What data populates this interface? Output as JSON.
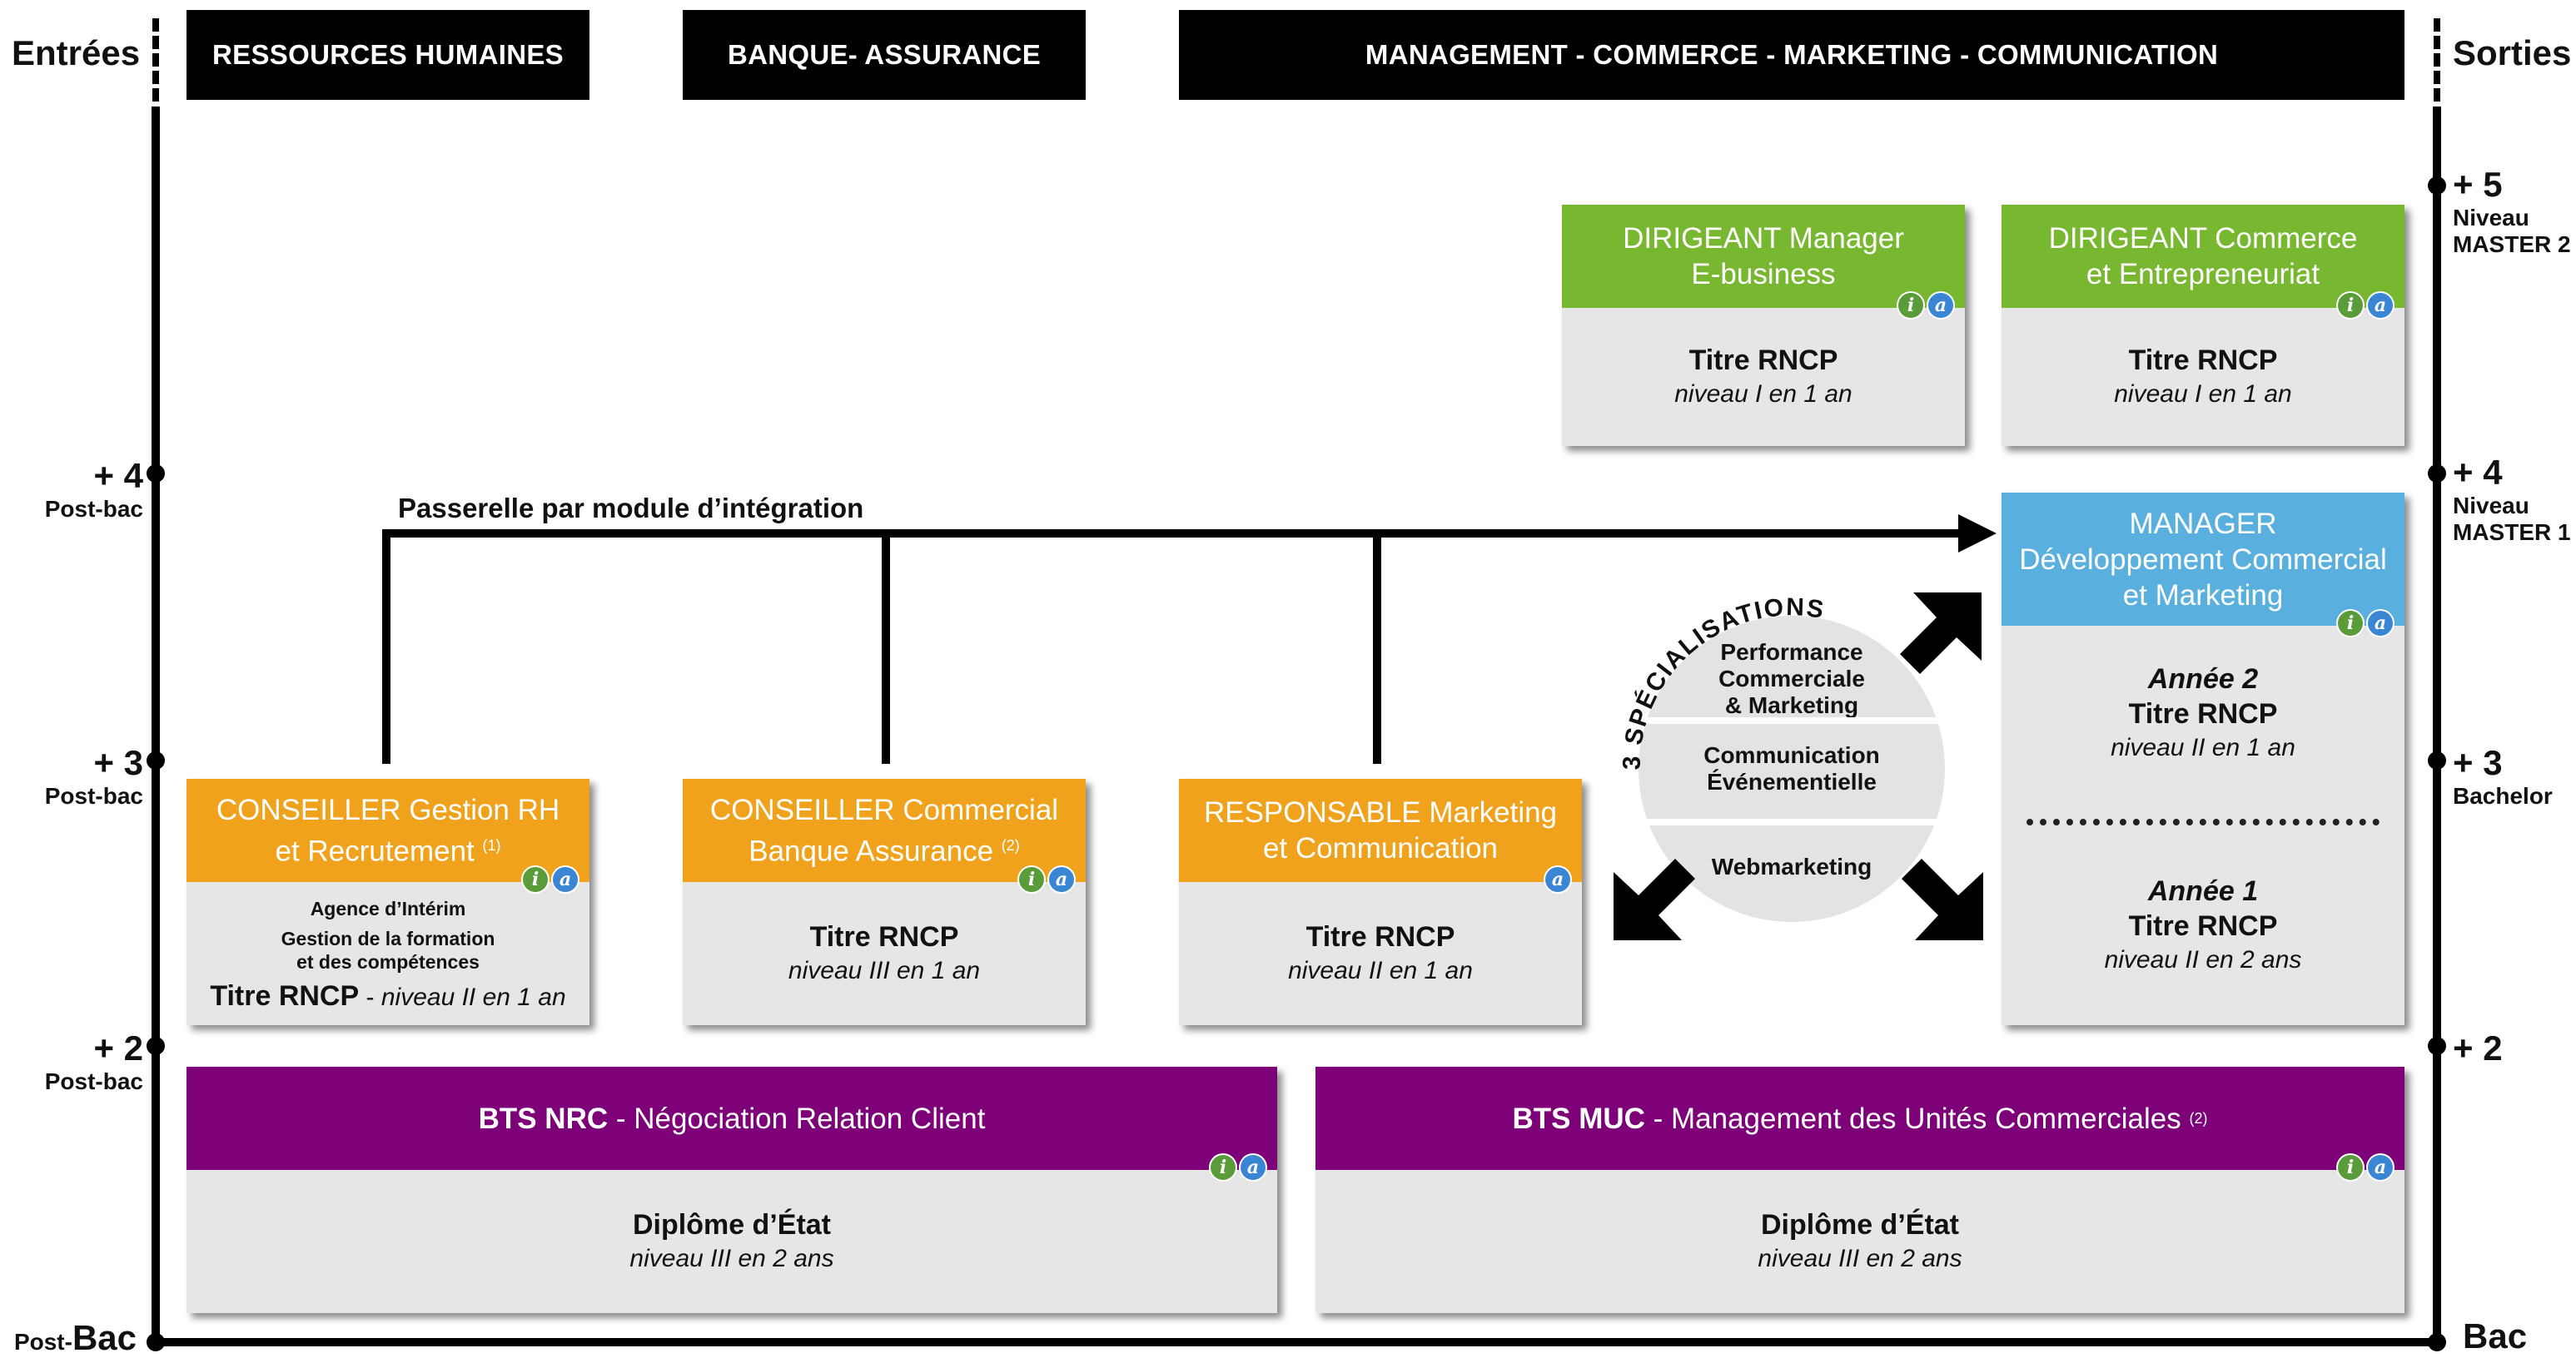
{
  "sides": {
    "left_title": "Entrées",
    "right_title": "Sorties"
  },
  "headers": [
    "RESSOURCES HUMAINES",
    "BANQUE- ASSURANCE",
    "MANAGEMENT - COMMERCE - MARKETING - COMMUNICATION"
  ],
  "left_levels": [
    {
      "value": "+ 4",
      "label": "Post-bac"
    },
    {
      "value": "+ 3",
      "label": "Post-bac"
    },
    {
      "value": "+ 2",
      "label": "Post-bac"
    },
    {
      "prefix": "Post-",
      "value": "Bac"
    }
  ],
  "right_levels": [
    {
      "value": "+ 5",
      "label1": "Niveau",
      "label2": "MASTER 2"
    },
    {
      "value": "+ 4",
      "label1": "Niveau",
      "label2": "MASTER 1"
    },
    {
      "value": "+ 3",
      "label1": "Bachelor"
    },
    {
      "value": "+ 2"
    },
    {
      "value": "Bac"
    }
  ],
  "passerelle": "Passerelle par module d’intégration",
  "badge_i": "i",
  "badge_a": "a",
  "cards": {
    "dirigeant_ebusiness": {
      "title1": "DIRIGEANT Manager",
      "title2": "E-business",
      "titre": "Titre RNCP",
      "niveau": "niveau I en 1 an",
      "color": "#78b730"
    },
    "dirigeant_commerce": {
      "title1": "DIRIGEANT Commerce",
      "title2": "et Entrepreneuriat",
      "titre": "Titre RNCP",
      "niveau": "niveau I en 1 an",
      "color": "#78b730"
    },
    "manager": {
      "title1": "MANAGER",
      "title2": "Développement Commercial",
      "title3": "et Marketing",
      "annee2": "Année 2",
      "titre2": "Titre RNCP",
      "niveau2": "niveau II en 1 an",
      "annee1": "Année 1",
      "titre1": "Titre RNCP",
      "niveau1": "niveau II en 2 ans",
      "color": "#59b0de"
    },
    "conseiller_rh": {
      "title1": "CONSEILLER Gestion RH",
      "title2": "et Recrutement",
      "note": "(1)",
      "line1": "Agence d’Intérim",
      "line2": "Gestion de la formation",
      "line3": "et des compétences",
      "titre": "Titre RNCP",
      "sep": " - ",
      "niveau": "niveau II en 1 an",
      "color": "#f0a21c"
    },
    "conseiller_banque": {
      "title1": "CONSEILLER Commercial",
      "title2": "Banque Assurance",
      "note": "(2)",
      "titre": "Titre RNCP",
      "niveau": "niveau III en 1 an",
      "color": "#f0a21c"
    },
    "responsable_marketing": {
      "title1": "RESPONSABLE Marketing",
      "title2": "et Communication",
      "titre": "Titre RNCP",
      "niveau": "niveau II en 1 an",
      "color": "#f0a21c"
    },
    "bts_nrc": {
      "code": "BTS NRC",
      "name": " - Négociation Relation Client",
      "titre": "Diplôme d’État",
      "niveau": "niveau III en 2 ans",
      "color": "#7d0079"
    },
    "bts_muc": {
      "code": "BTS MUC",
      "name": " - Management des Unités Commerciales",
      "note": "(2)",
      "titre": "Diplôme d’État",
      "niveau": "niveau III en 2 ans",
      "color": "#7d0079"
    }
  },
  "specialisations": {
    "title": "3 SPÉCIALISATIONS :",
    "items": [
      {
        "line1": "Performance",
        "line2": "Commerciale",
        "line3": "& Marketing"
      },
      {
        "line1": "Communication",
        "line2": "Événementielle"
      },
      {
        "line1": "Webmarketing"
      }
    ]
  }
}
